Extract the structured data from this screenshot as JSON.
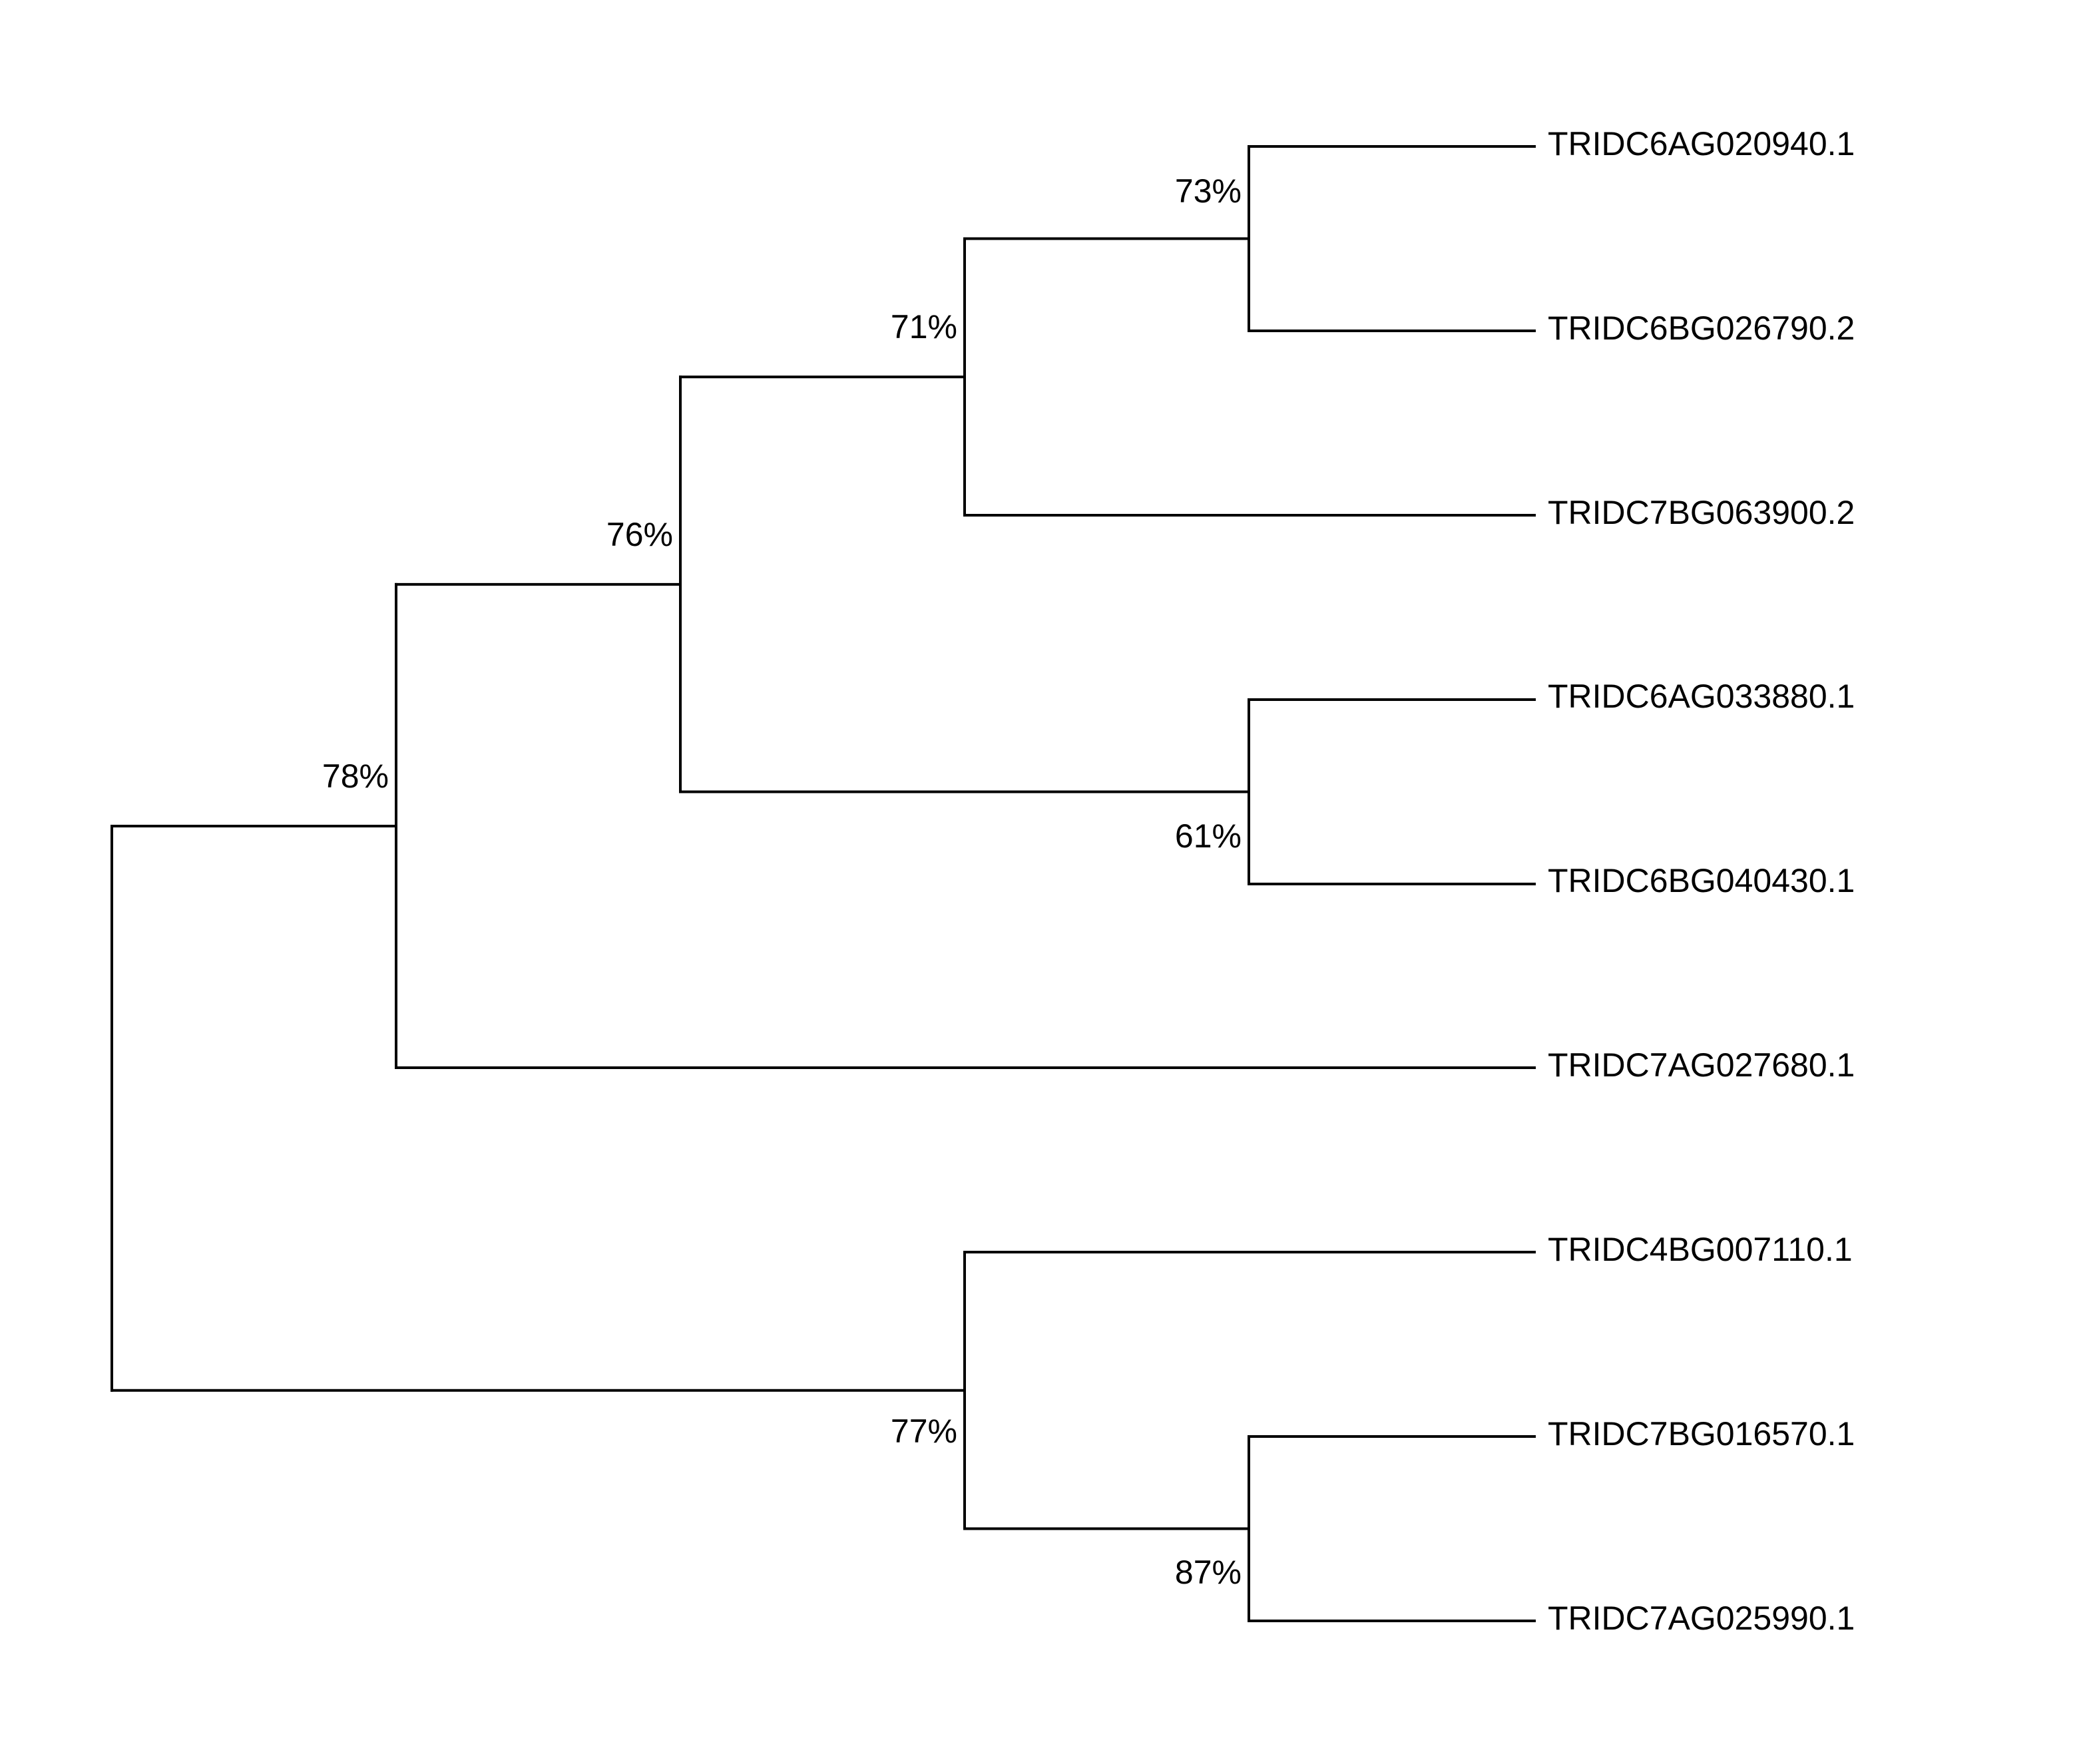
{
  "tree": {
    "leaves": [
      {
        "id": "L1",
        "label": "TRIDC6AG020940.1"
      },
      {
        "id": "L2",
        "label": "TRIDC6BG026790.2"
      },
      {
        "id": "L3",
        "label": "TRIDC7BG063900.2"
      },
      {
        "id": "L4",
        "label": "TRIDC6AG033880.1"
      },
      {
        "id": "L5",
        "label": "TRIDC6BG040430.1"
      },
      {
        "id": "L6",
        "label": "TRIDC7AG027680.1"
      },
      {
        "id": "L7",
        "label": "TRIDC4BG007110.1"
      },
      {
        "id": "L8",
        "label": "TRIDC7BG016570.1"
      },
      {
        "id": "L9",
        "label": "TRIDC7AG025990.1"
      }
    ],
    "nodes": [
      {
        "id": "N73",
        "support": "73%",
        "children": [
          "L1",
          "L2"
        ]
      },
      {
        "id": "N71",
        "support": "71%",
        "children": [
          "N73",
          "L3"
        ]
      },
      {
        "id": "N61",
        "support": "61%",
        "children": [
          "L4",
          "L5"
        ]
      },
      {
        "id": "N76",
        "support": "76%",
        "children": [
          "N71",
          "N61"
        ]
      },
      {
        "id": "N78",
        "support": "78%",
        "children": [
          "N76",
          "L6"
        ]
      },
      {
        "id": "N87",
        "support": "87%",
        "children": [
          "L8",
          "L9"
        ]
      },
      {
        "id": "N77",
        "support": "77%",
        "children": [
          "L7",
          "N87"
        ]
      },
      {
        "id": "ROOT",
        "support": "",
        "children": [
          "N78",
          "N77"
        ]
      }
    ],
    "line_color": "#000000",
    "text_color": "#000000"
  }
}
